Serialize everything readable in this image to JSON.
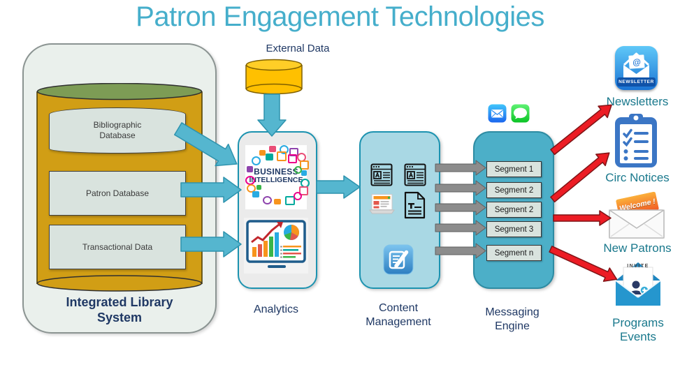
{
  "title": "Patron Engagement Technologies",
  "ils": {
    "label": "Integrated Library System",
    "databases": [
      {
        "label": "Bibliographic Database"
      },
      {
        "label": "Patron Database"
      },
      {
        "label": "Transactional Data"
      }
    ]
  },
  "external_data": {
    "label": "External Data"
  },
  "analytics": {
    "label": "Analytics",
    "bi_line1": "BUSINESS",
    "bi_line2": "INTELLIGENCE"
  },
  "content_management": {
    "label": "Content Management"
  },
  "messaging_engine": {
    "label": "Messaging Engine",
    "segments": [
      {
        "label": "Segment 1"
      },
      {
        "label": "Segment 2"
      },
      {
        "label": "Segment 2"
      },
      {
        "label": "Segment 3"
      },
      {
        "label": "Segment n"
      }
    ]
  },
  "outputs": [
    {
      "label": "Newsletters",
      "badge": "NEWSLETTER",
      "at_symbol": "@"
    },
    {
      "label": "Circ Notices"
    },
    {
      "label": "New Patrons",
      "badge": "Welcome !"
    },
    {
      "label": "Programs Events",
      "badge": "INVITE"
    }
  ],
  "colors": {
    "title": "#45AECB",
    "heading_navy": "#1F3864",
    "output_label_teal": "#19788C",
    "flow_arrow_blue": "#55B6CF",
    "segment_arrow_gray": "#8C8C8C",
    "delivery_arrow_red": "#EC1C24",
    "ils_fill": "#EAF0EC",
    "cylinder_gold": "#D19E15",
    "cylinder_top_green": "#7D9C55",
    "external_cylinder_yellow": "#FFC000",
    "analytics_fill": "#EBEBEB",
    "content_fill": "#A9D8E4",
    "engine_fill": "#4CAFC8",
    "box_fill": "#D9E3DE",
    "panel_border_teal": "#1C93B0"
  }
}
